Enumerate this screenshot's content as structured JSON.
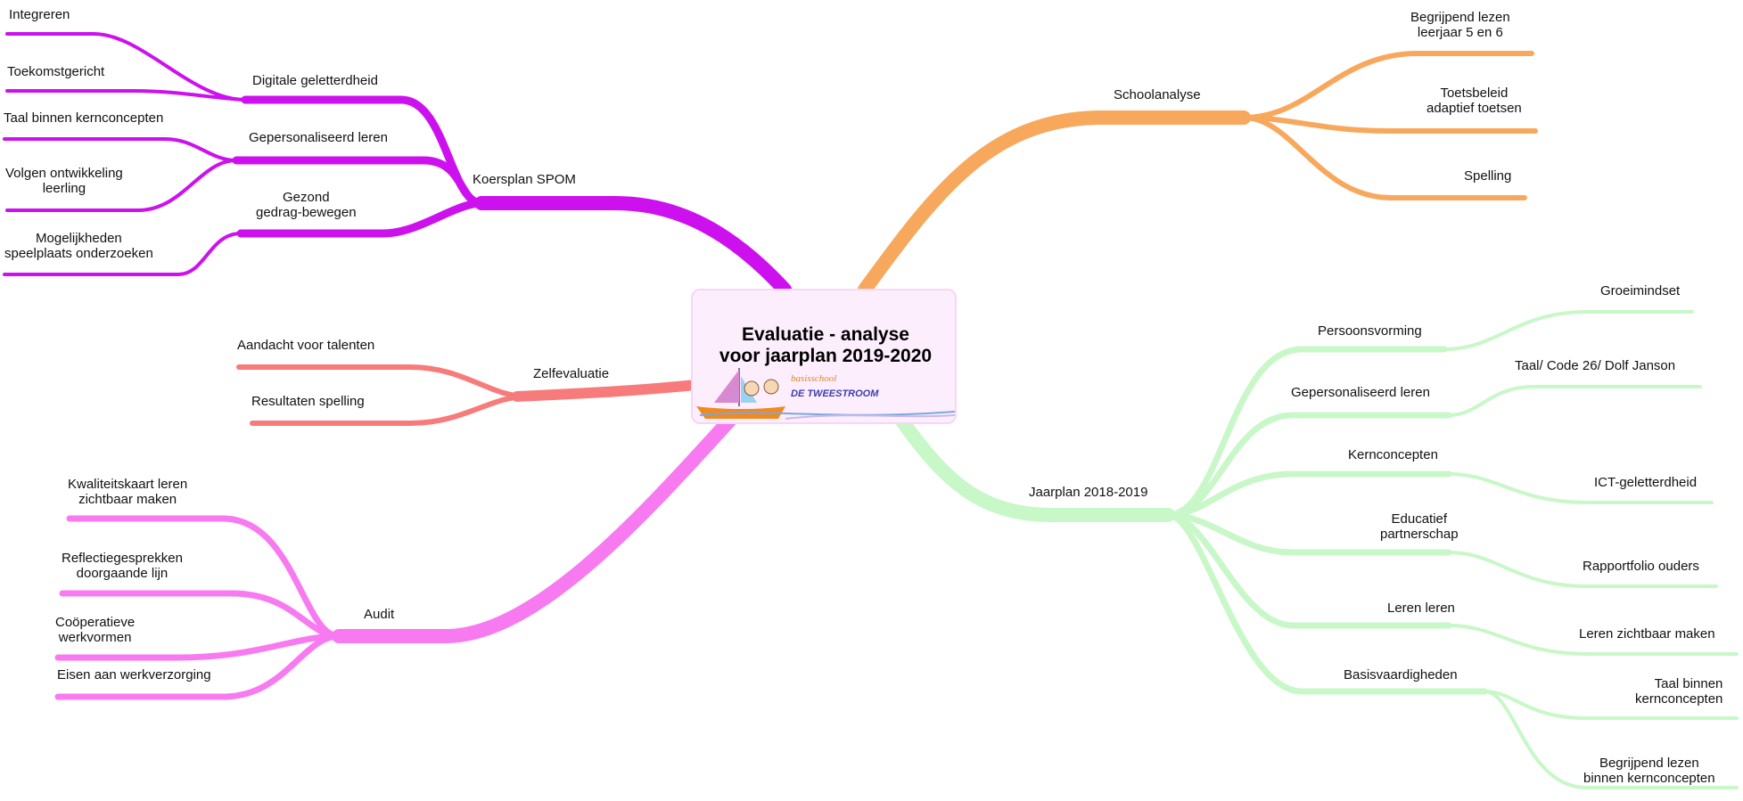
{
  "center": {
    "title": "Evaluatie - analyse\nvoor jaarplan 2019-2020",
    "logo_text_small": "basisschool",
    "logo_text_large": "DE TWEESTROOM"
  },
  "colors": {
    "purple": "#cc11ee",
    "orange": "#f8a85c",
    "green": "#c8f7c8",
    "salmon": "#f77b7b",
    "pink": "#f87af0",
    "card_bg": "#fdeefd"
  },
  "branches": {
    "koersplan": {
      "label": "Koersplan SPOM",
      "children": [
        {
          "label": "Digitale geletterdheid",
          "children": [
            "Integreren",
            "Toekomstgericht"
          ]
        },
        {
          "label": "Gepersonaliseerd leren",
          "children": [
            "Taal binnen kernconcepten",
            "Volgen ontwikkeling\nleerling"
          ]
        },
        {
          "label": "Gezond\ngedrag-bewegen",
          "children": [
            "Mogelijkheden\nspeelplaats onderzoeken"
          ]
        }
      ]
    },
    "schoolanalyse": {
      "label": "Schoolanalyse",
      "children": [
        "Begrijpend lezen\nleerjaar 5 en 6",
        "Toetsbeleid\nadaptief toetsen",
        "Spelling"
      ]
    },
    "zelfevaluatie": {
      "label": "Zelfevaluatie",
      "children": [
        "Aandacht voor talenten",
        "Resultaten spelling"
      ]
    },
    "audit": {
      "label": "Audit",
      "children": [
        "Kwaliteitskaart leren\nzichtbaar maken",
        "Reflectiegesprekken\ndoorgaande lijn",
        "Coöperatieve\nwerkvormen",
        "Eisen aan werkverzorging"
      ]
    },
    "jaarplan": {
      "label": "Jaarplan 2018-2019",
      "children": [
        {
          "label": "Persoonsvorming",
          "children": [
            "Groeimindset"
          ]
        },
        {
          "label": "Gepersonaliseerd leren",
          "children": [
            "Taal/ Code 26/ Dolf Janson"
          ]
        },
        {
          "label": "Kernconcepten",
          "children": [
            "ICT-geletterdheid"
          ]
        },
        {
          "label": "Educatief\npartnerschap",
          "children": [
            "Rapportfolio ouders"
          ]
        },
        {
          "label": "Leren leren",
          "children": [
            "Leren zichtbaar maken"
          ]
        },
        {
          "label": "Basisvaardigheden",
          "children": [
            "Taal binnen\nkernconcepten",
            "Begrijpend lezen\nbinnen kernconcepten"
          ]
        }
      ]
    }
  }
}
